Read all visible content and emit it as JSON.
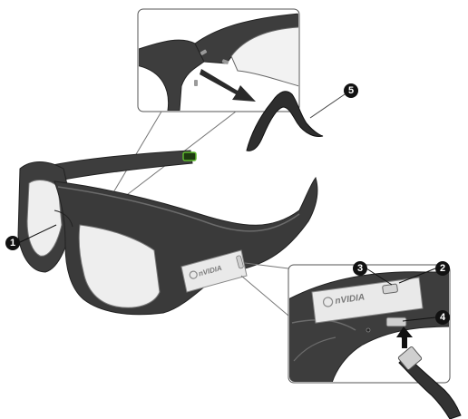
{
  "callouts": [
    {
      "id": "1",
      "label": "1"
    },
    {
      "id": "2",
      "label": "2"
    },
    {
      "id": "3",
      "label": "3"
    },
    {
      "id": "4",
      "label": "4"
    },
    {
      "id": "5",
      "label": "5"
    }
  ],
  "brand": {
    "main_logo": "nVIDIA",
    "inset_logo": "nVIDIA"
  },
  "colors": {
    "frame": "#3d3d3d",
    "frame_edge": "#6b6b6b",
    "lens": "#eeeeee",
    "callout": "#111111",
    "emitter_green": "#5cb82e",
    "outline": "#555555"
  },
  "icons": [
    "arrow-icon",
    "usb-cable-icon",
    "nose-piece-icon",
    "nvidia-eye-logo-icon"
  ]
}
